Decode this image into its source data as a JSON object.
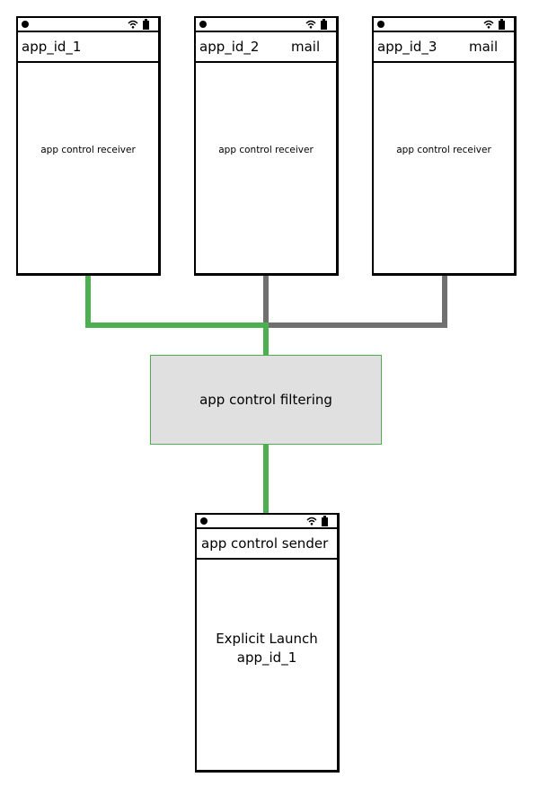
{
  "receivers": [
    {
      "app_id": "app_id_1",
      "label": "",
      "body": "app control receiver"
    },
    {
      "app_id": "app_id_2",
      "label": "mail",
      "body": "app control receiver"
    },
    {
      "app_id": "app_id_3",
      "label": "mail",
      "body": "app control receiver"
    }
  ],
  "filter": {
    "label": "app control filtering"
  },
  "sender": {
    "title": "app control sender",
    "line1": "Explicit Launch",
    "line2": "app_id_1"
  },
  "colors": {
    "active_path": "#4caf50",
    "inactive_path": "#707070",
    "filter_fill": "#e0e0e0"
  },
  "icons": [
    "status-dot",
    "wifi-icon",
    "battery-icon"
  ]
}
